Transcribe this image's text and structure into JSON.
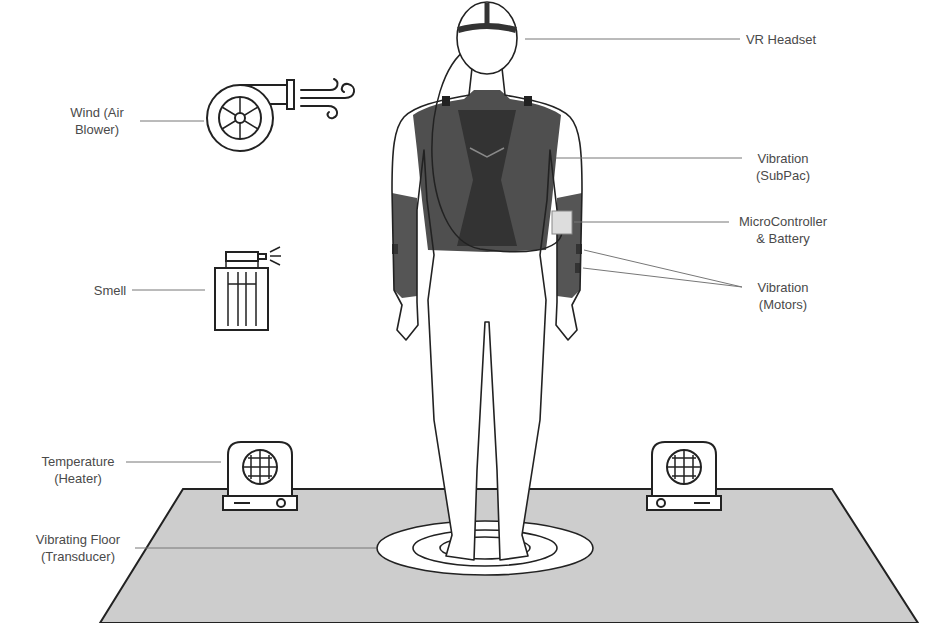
{
  "diagram": {
    "labels": [
      "VR Headset",
      "Wind (Air Blower)",
      "Vibration (SubPac)",
      "MicroController & Battery",
      "Vibration (Motors)",
      "Smell",
      "Temperature (Heater)",
      "Vibrating Floor (Transducer)"
    ]
  }
}
